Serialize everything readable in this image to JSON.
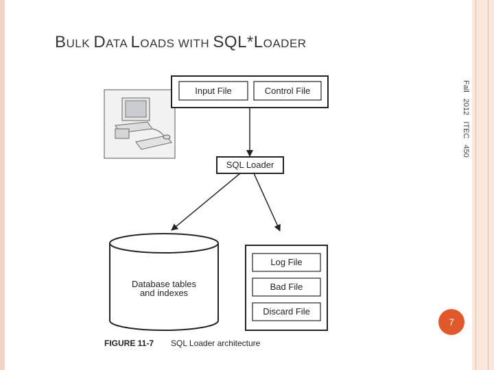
{
  "slide": {
    "title": "BULK DATA LOADS WITH SQL*LOADER",
    "title_parts": [
      {
        "text": "B",
        "small": false
      },
      {
        "text": "ULK ",
        "small": true
      },
      {
        "text": "D",
        "small": false
      },
      {
        "text": "ATA ",
        "small": true
      },
      {
        "text": "L",
        "small": false
      },
      {
        "text": "OADS WITH ",
        "small": true
      },
      {
        "text": "SQL*L",
        "small": false
      },
      {
        "text": "OADER",
        "small": true
      }
    ],
    "side_label": "Fall 2012 ITEC 450",
    "page_number": "7",
    "accent_color": "#e0582c"
  },
  "diagram": {
    "input_file": "Input File",
    "control_file": "Control File",
    "sql_loader": "SQL Loader",
    "database_line1": "Database tables",
    "database_line2": "and indexes",
    "log_file": "Log File",
    "bad_file": "Bad File",
    "discard_file": "Discard File",
    "computer_icon": "desktop-computer-icon",
    "figure_number": "FIGURE 11-7",
    "figure_caption": "SQL Loader architecture"
  }
}
